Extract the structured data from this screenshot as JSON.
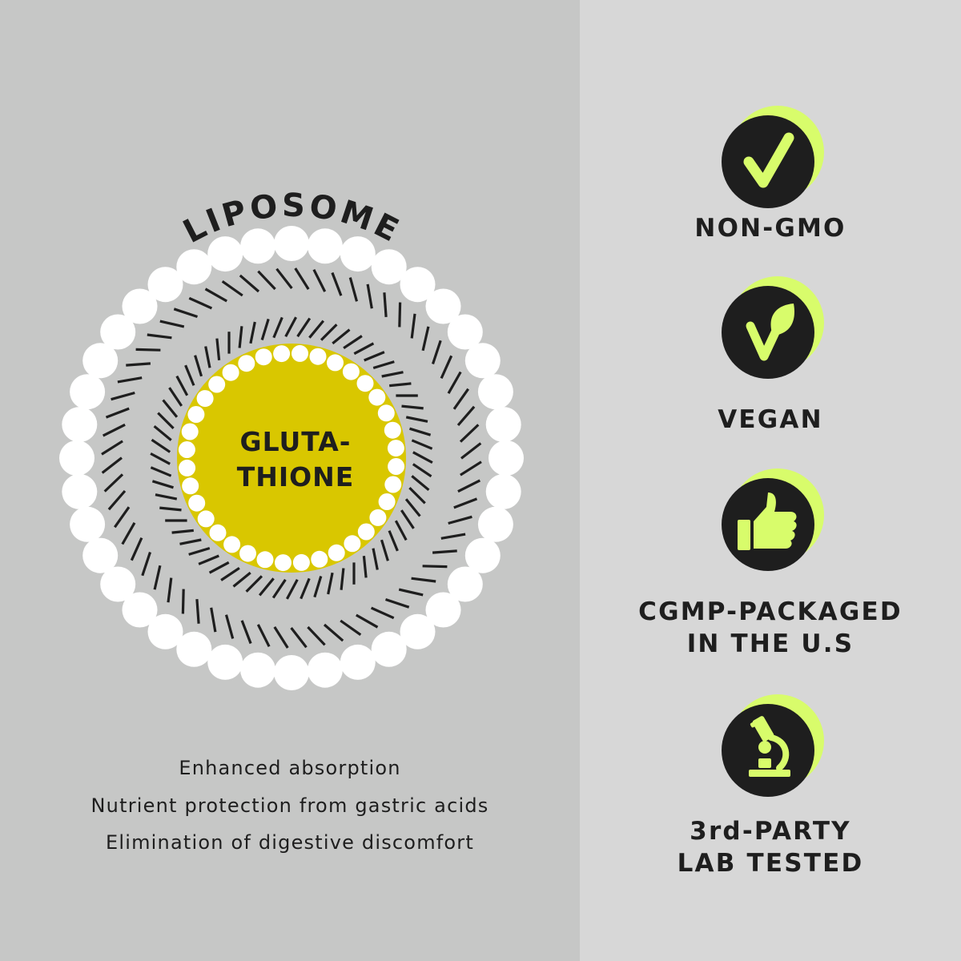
{
  "diagram": {
    "title": "LIPOSOME",
    "core_line1": "GLUTA-",
    "core_line2": "THIONE",
    "core_color": "#d9c700"
  },
  "benefits": [
    "Enhanced absorption",
    "Nutrient protection from gastric acids",
    "Elimination of digestive discomfort"
  ],
  "badges": [
    {
      "icon": "checkmark-icon",
      "line1": "NON-GMO",
      "line2": ""
    },
    {
      "icon": "vegan-leaf-icon",
      "line1": "VEGAN",
      "line2": ""
    },
    {
      "icon": "thumbs-up-icon",
      "line1": "CGMP-PACKAGED",
      "line2": "IN THE U.S"
    },
    {
      "icon": "microscope-icon",
      "line1": "3rd-PARTY",
      "line2": "LAB TESTED"
    }
  ],
  "colors": {
    "left_panel": "#c6c7c6",
    "right_panel": "#d7d7d7",
    "accent_green": "#d8fc6b",
    "icon_dark": "#1e1e1e",
    "bead": "#ffffff"
  }
}
